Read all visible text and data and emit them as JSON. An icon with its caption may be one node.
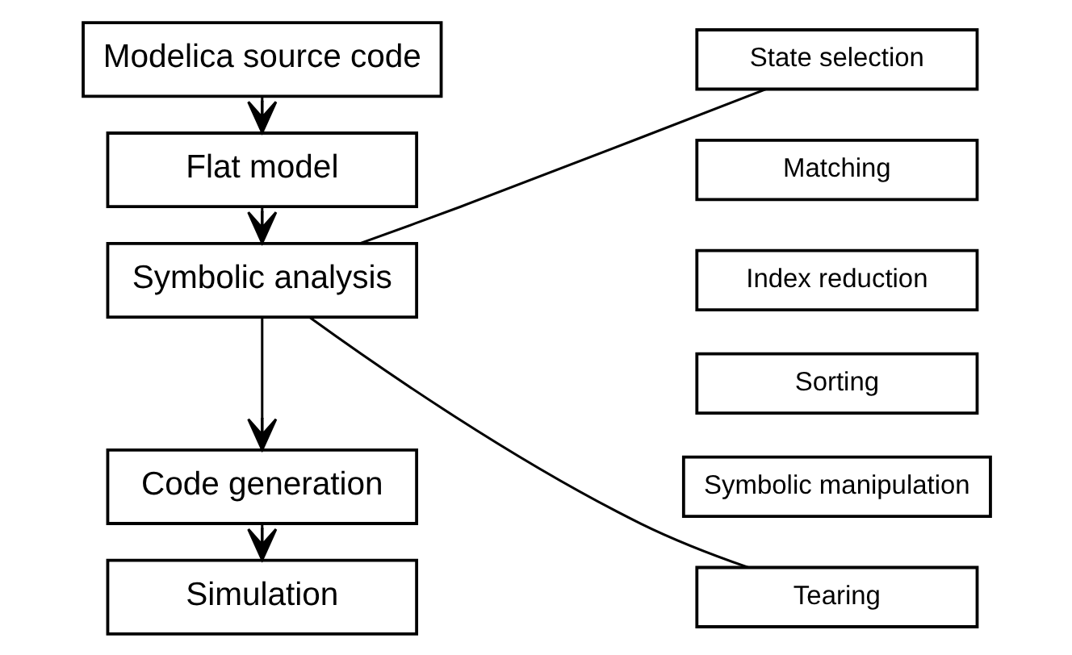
{
  "diagram": {
    "nodes": [
      {
        "text": [
          "Modelica source code"
        ]
      },
      {
        "text": [
          "Flat model"
        ]
      },
      {
        "text": [
          "Symbolic analysis"
        ]
      },
      {
        "text": [
          "Code generation"
        ]
      },
      {
        "text": [
          "Simulation"
        ]
      },
      {
        "text": [
          "State selection"
        ]
      },
      {
        "text": [
          "Matching"
        ]
      },
      {
        "text": [
          "Index reduction"
        ]
      },
      {
        "text": [
          "Sorting"
        ]
      },
      {
        "text": [
          "Symbolic manipulation"
        ]
      },
      {
        "text": [
          "Tearing"
        ]
      }
    ],
    "edges": [
      {
        "from": 0,
        "to": 1,
        "arrow": "to"
      },
      {
        "from": 1,
        "to": 2,
        "arrow": "to"
      },
      {
        "from": 2,
        "to": 3,
        "arrow": "to"
      },
      {
        "from": 3,
        "to": 4,
        "arrow": "to"
      },
      {
        "from": 2,
        "to": 5,
        "arrow": "none"
      },
      {
        "from": 2,
        "to": 10,
        "arrow": "none"
      }
    ]
  }
}
